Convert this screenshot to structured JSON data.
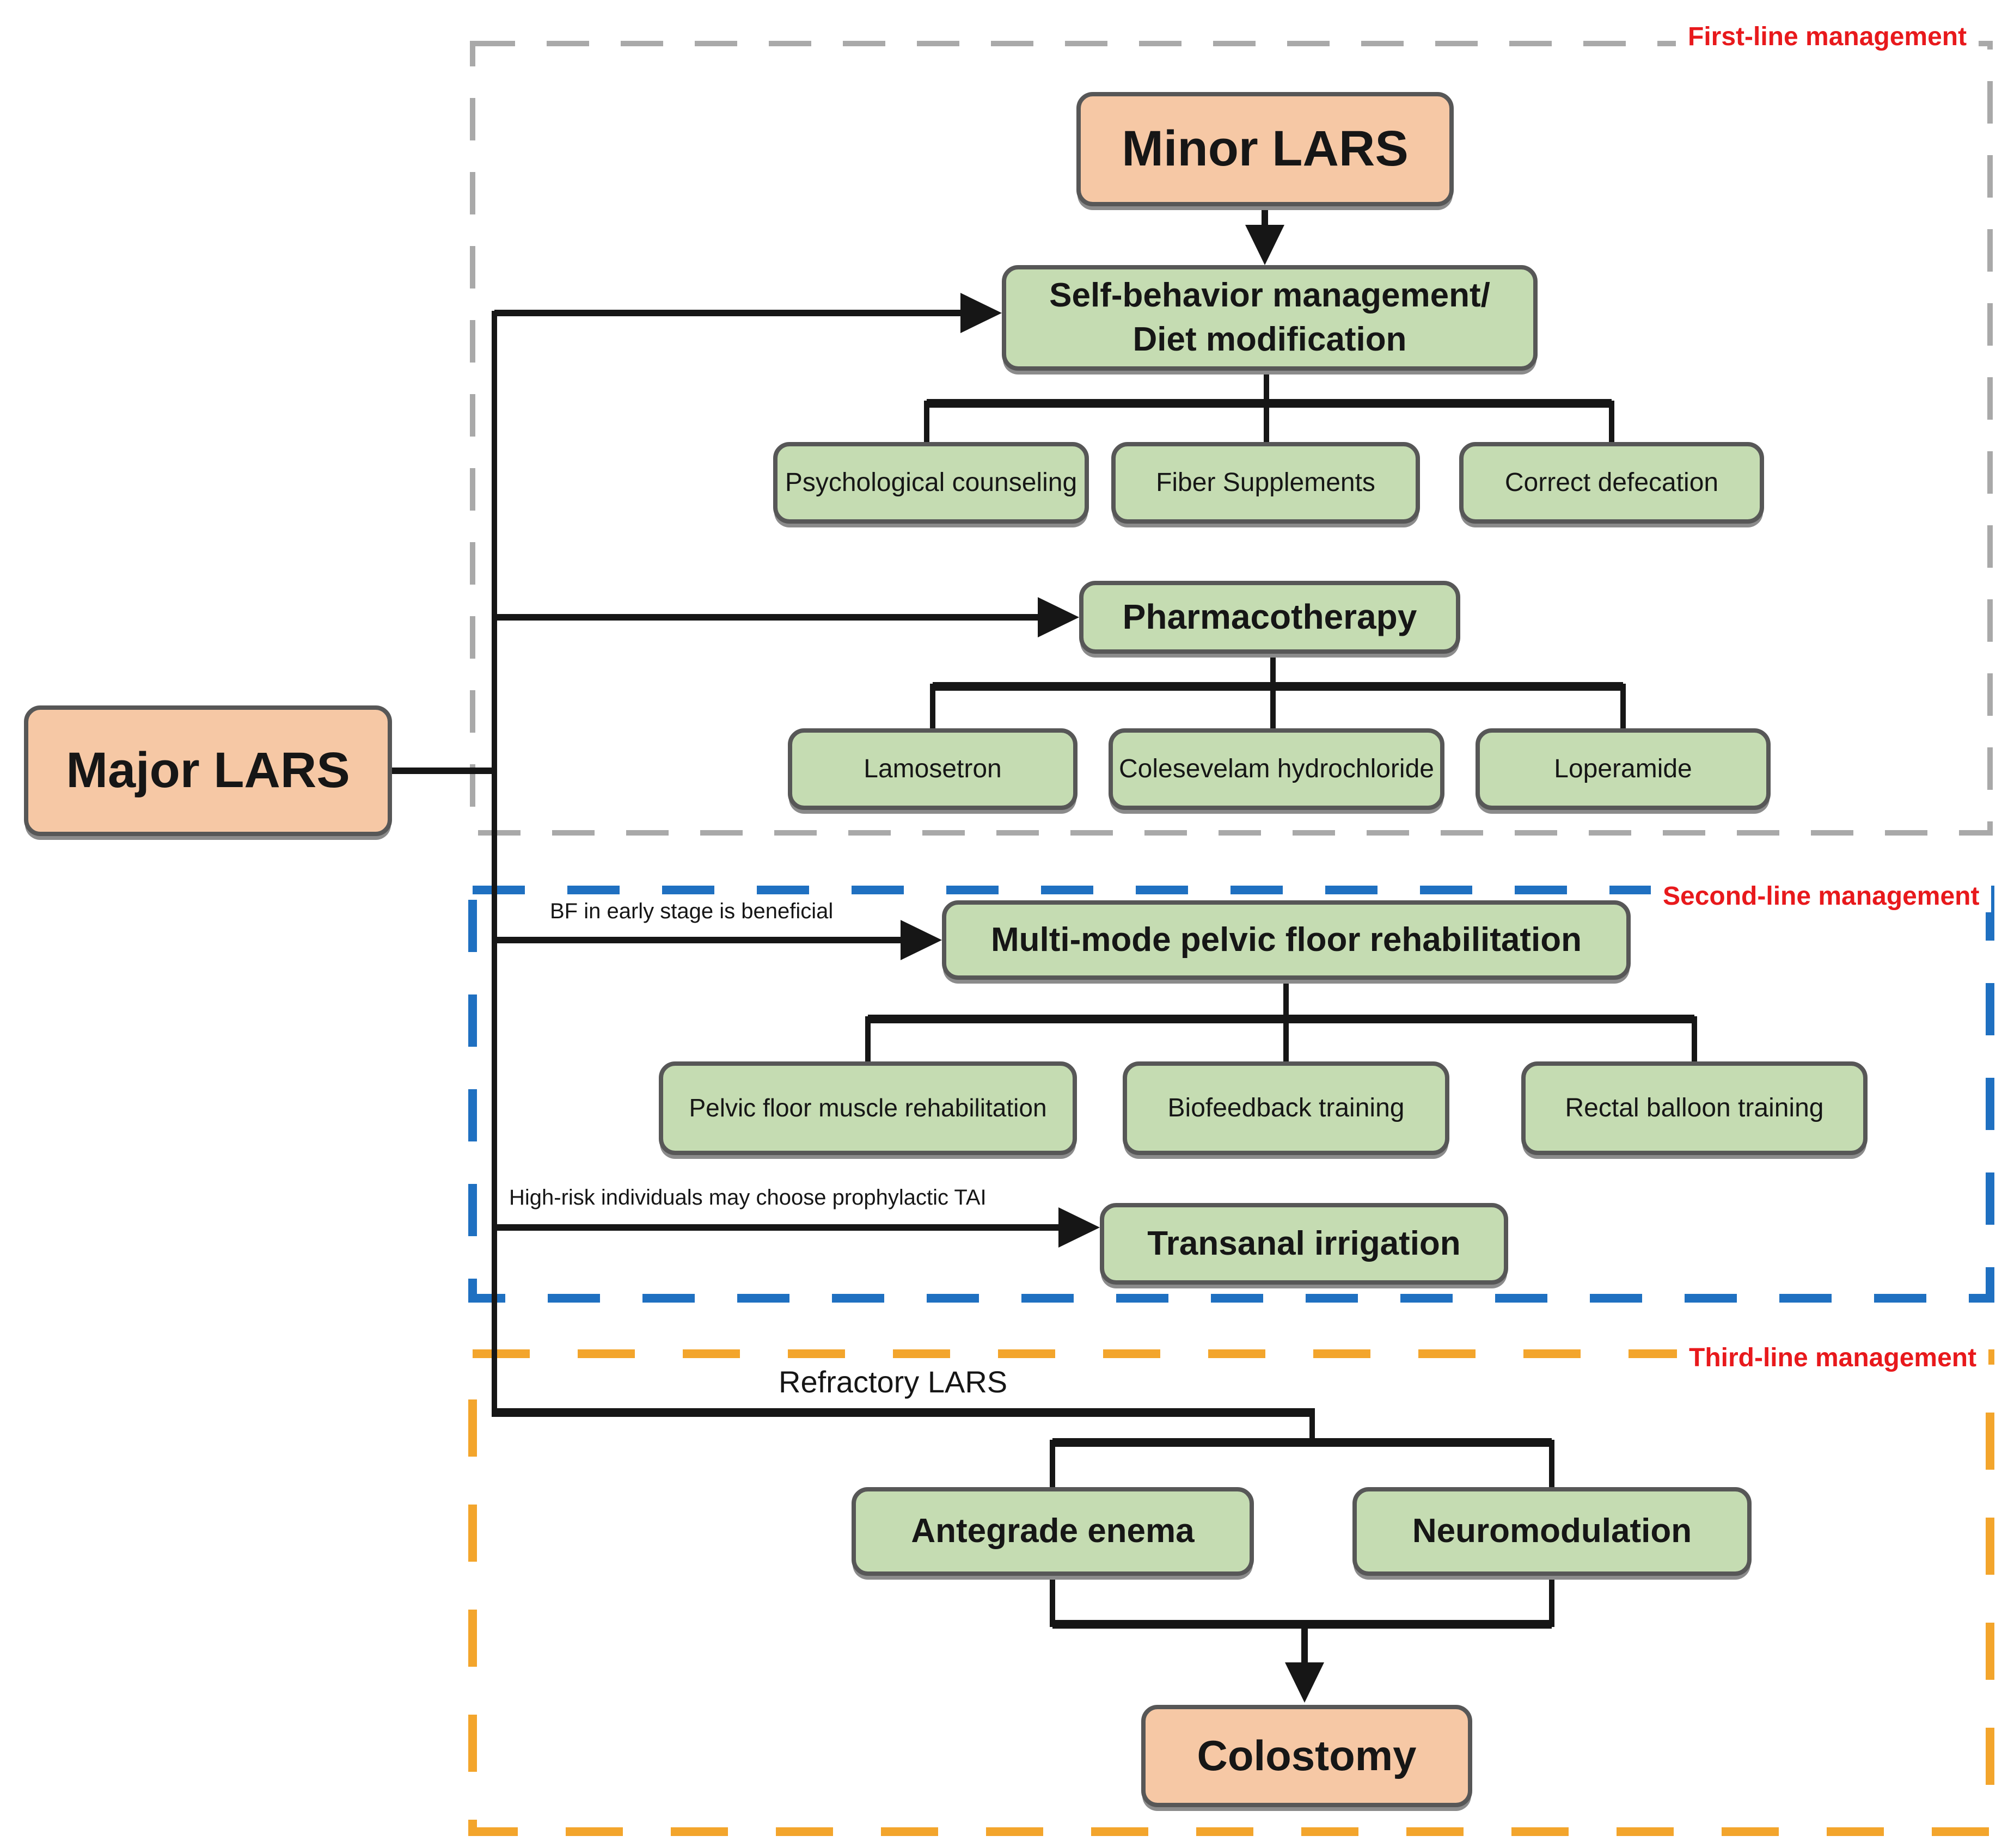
{
  "regions": {
    "first": {
      "label": "First-line management"
    },
    "second": {
      "label": "Second-line management"
    },
    "third": {
      "label": "Third-line management"
    }
  },
  "nodes": {
    "minor_lars": {
      "label": "Minor LARS"
    },
    "major_lars": {
      "label": "Major LARS"
    },
    "self_behavior": {
      "line1": "Self-behavior management/",
      "line2": "Diet modification"
    },
    "psychological": {
      "label": "Psychological counseling"
    },
    "fiber": {
      "label": "Fiber Supplements"
    },
    "correct_defecation": {
      "label": "Correct defecation"
    },
    "pharmacotherapy": {
      "label": "Pharmacotherapy"
    },
    "lamosetron": {
      "label": "Lamosetron"
    },
    "colesevelam": {
      "label": "Colesevelam hydrochloride"
    },
    "loperamide": {
      "label": "Loperamide"
    },
    "multi_mode": {
      "label": "Multi-mode pelvic floor rehabilitation"
    },
    "pelvic_floor": {
      "label": "Pelvic floor muscle rehabilitation"
    },
    "biofeedback": {
      "label": "Biofeedback training"
    },
    "rectal_balloon": {
      "label": "Rectal balloon training"
    },
    "transanal": {
      "label": "Transanal irrigation"
    },
    "antegrade": {
      "label": "Antegrade enema"
    },
    "neuromodulation": {
      "label": "Neuromodulation"
    },
    "colostomy": {
      "label": "Colostomy"
    }
  },
  "annotations": {
    "bf": {
      "label": "BF in early stage is beneficial"
    },
    "tai": {
      "label": "High-risk individuals may choose prophylactic TAI"
    },
    "refractory": {
      "label": "Refractory LARS"
    }
  },
  "colors": {
    "salmon": "#f6c8a5",
    "green": "#c5dcb2",
    "border": "#575757",
    "line": "#161616",
    "red_label": "#e8191c",
    "gray_dash": "#a9a9a9",
    "blue_dash": "#1f70c1",
    "orange_dash": "#f3a52c"
  }
}
